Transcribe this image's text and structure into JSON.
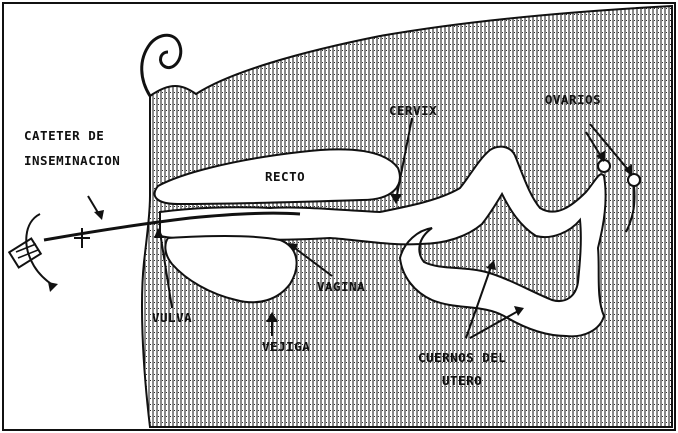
{
  "diagram": {
    "labels": {
      "catheter_line1": "CATETER DE",
      "catheter_line2": "INSEMINACION",
      "recto": "RECTO",
      "cervix": "CERVIX",
      "ovarios": "OVARIOS",
      "vulva": "VULVA",
      "vagina": "VAGINA",
      "vejiga": "VEJIGA",
      "cuernos_line1": "CUERNOS DEL",
      "cuernos_line2": "UTERO"
    },
    "colors": {
      "hatch": "#2a2a2a",
      "outline": "#111111",
      "background": "#ffffff"
    }
  }
}
